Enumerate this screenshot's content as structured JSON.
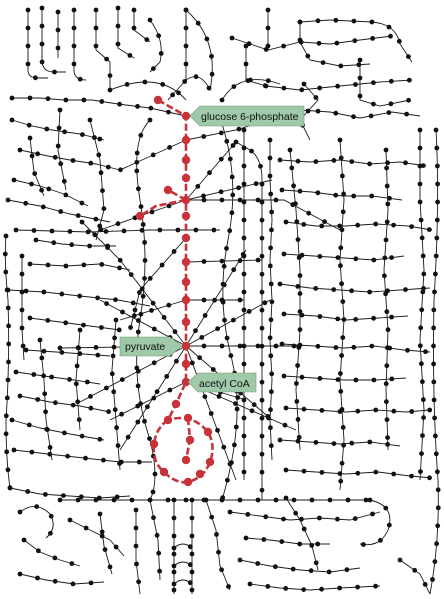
{
  "diagram": {
    "labels": {
      "glucose": "glucose 6-phosphate",
      "pyruvate": "pyruvate",
      "acetyl": "acetyl CoA"
    },
    "colors": {
      "highlight": "#c8323a",
      "label_bg": "#9fc9a8",
      "network": "#1a1a1a",
      "node": "#111111"
    }
  }
}
